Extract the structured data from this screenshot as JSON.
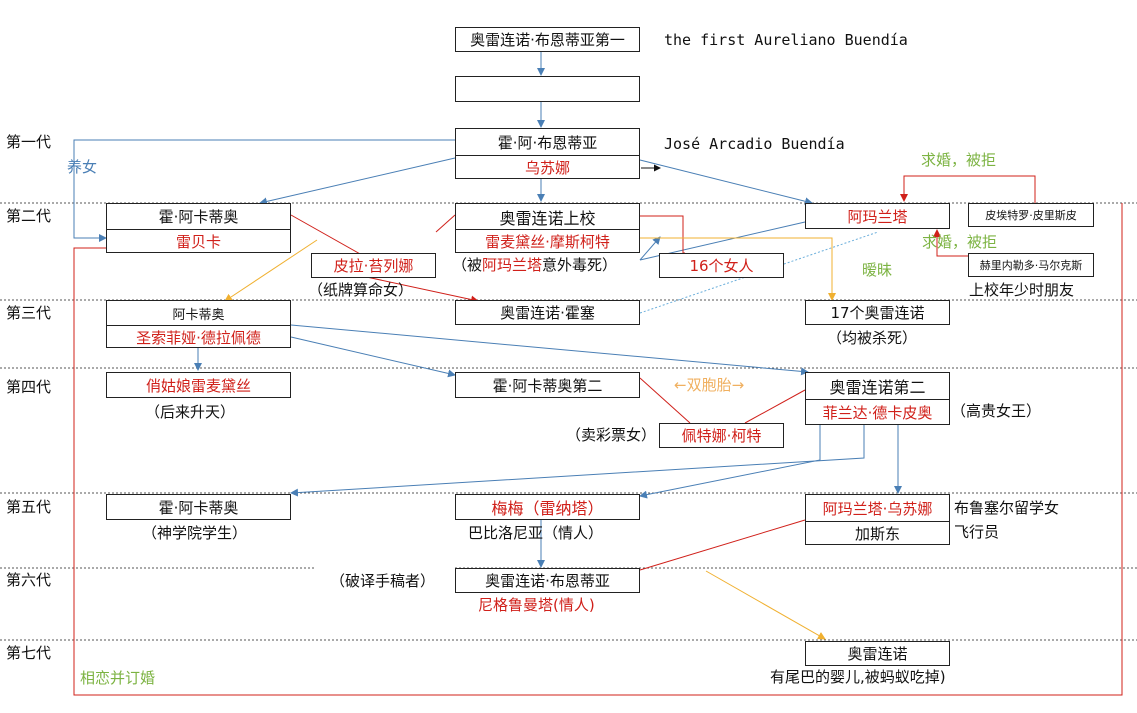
{
  "generations": [
    "第一代",
    "第二代",
    "第三代",
    "第四代",
    "第五代",
    "第六代",
    "第七代"
  ],
  "gen1": {
    "ancestor": "奥雷连诺·布恩蒂亚第一",
    "ancestor_en": "the first Aureliano Buendía",
    "blank": "",
    "jose": "霍·阿·布恩蒂亚",
    "jose_en": "José Arcadio Buendía",
    "ursula": "乌苏娜",
    "adopt": "养女"
  },
  "gen2": {
    "arcadio": "霍·阿卡蒂奥",
    "rebeca": "雷贝卡",
    "colonel": "奥雷连诺上校",
    "remedios": "雷麦黛丝·摩斯柯特",
    "poisoned": "（被阿玛兰塔意外毒死）",
    "amaranta": "阿玛兰塔",
    "pietro": "皮埃特罗·皮里斯皮",
    "proposal1": "求婚，被拒",
    "proposal2": "求婚，被拒",
    "gerineldo": "赫里内勒多·马尔克斯",
    "friend_note": "上校年少时朋友",
    "pilar": "皮拉·苔列娜",
    "pilar_note": "（纸牌算命女）",
    "sixteen": "16个女人",
    "ambiguous": "暧昧"
  },
  "gen3": {
    "arcadio": "阿卡蒂奥",
    "santa": "圣索菲娅·德拉佩德",
    "jose_aureliano": "奥雷连诺·霍塞",
    "seventeen": "17个奥雷连诺",
    "seventeen_note": "（均被杀死）"
  },
  "gen4": {
    "beauty": "俏姑娘雷麦黛丝",
    "beauty_note": "（后来升天）",
    "arcadio2": "霍·阿卡蒂奥第二",
    "twins": "←双胞胎→",
    "aureliano2": "奥雷连诺第二",
    "fernanda": "菲兰达·德卡皮奥",
    "fernanda_note": "（高贵女王）",
    "petra": "佩特娜·柯特",
    "petra_note": "（卖彩票女）"
  },
  "gen5": {
    "arcadio": "霍·阿卡蒂奥",
    "arcadio_note": "（神学院学生）",
    "meme": "梅梅（雷纳塔）",
    "meme_note": "巴比洛尼亚（情人）",
    "amaranta_u": "阿玛兰塔·乌苏娜",
    "amaranta_note": "布鲁塞尔留学女",
    "gaston": "加斯东",
    "gaston_note": "飞行员"
  },
  "gen6": {
    "aureliano": "奥雷连诺·布恩蒂亚",
    "aureliano_note": "（破译手稿者）",
    "nigromanta": "尼格鲁曼塔(情人)"
  },
  "gen7": {
    "aureliano": "奥雷连诺",
    "aureliano_note": "有尾巴的婴儿,被蚂蚁吃掉)",
    "engaged": "相恋并订婚"
  }
}
